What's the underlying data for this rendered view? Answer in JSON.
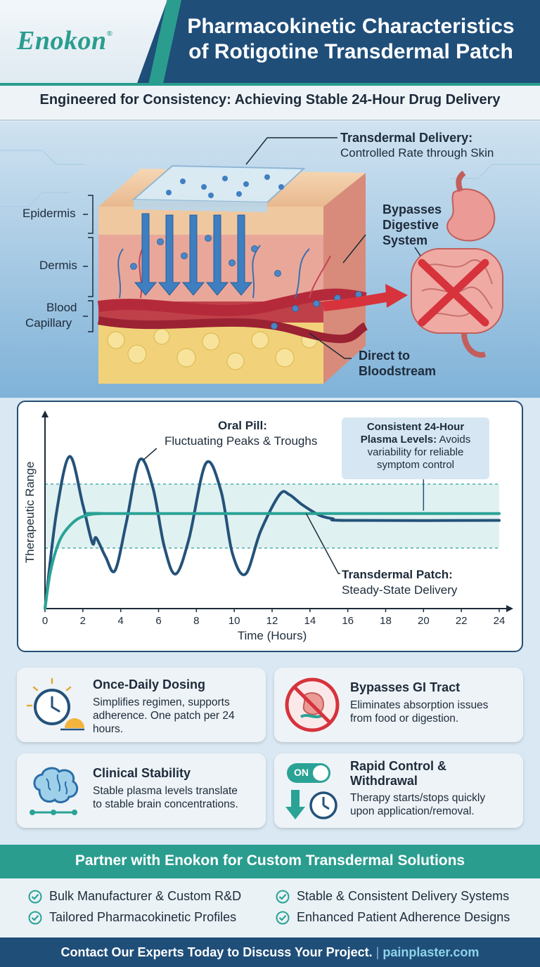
{
  "header": {
    "logo": "Enokon",
    "logo_mark": "®",
    "title_line1": "Pharmacokinetic Characteristics",
    "title_line2": "of Rotigotine Transdermal Patch",
    "subtitle": "Engineered for Consistency: Achieving Stable 24-Hour Drug Delivery"
  },
  "diagram": {
    "delivery_title": "Transdermal Delivery:",
    "delivery_desc": "Controlled Rate through Skin",
    "epidermis": "Epidermis",
    "dermis": "Dermis",
    "blood_line1": "Blood",
    "blood_line2": "Capillary",
    "bypass_line1": "Bypasses",
    "bypass_line2": "Digestive",
    "bypass_line3": "System",
    "direct_line1": "Direct to",
    "direct_line2": "Bloodstream"
  },
  "chart_data": {
    "type": "line",
    "xlabel": "Time (Hours)",
    "ylabel": "Therapeutic Range",
    "xlim": [
      0,
      24
    ],
    "xticks": [
      0,
      2,
      4,
      6,
      8,
      10,
      12,
      14,
      16,
      18,
      20,
      22,
      24
    ],
    "ylim": [
      0,
      100
    ],
    "therapeutic_range": [
      35,
      72
    ],
    "series": [
      {
        "name": "Oral Pill",
        "color": "#24527a",
        "x": [
          0,
          0.6,
          1.3,
          2.0,
          2.5,
          2.7,
          3.2,
          3.7,
          4.3,
          5.0,
          5.7,
          6.3,
          6.9,
          7.6,
          8.5,
          9.3,
          9.9,
          10.6,
          11.4,
          12.4,
          12.9,
          13.6,
          14.5,
          15.2,
          16.0,
          24.0
        ],
        "y": [
          0,
          55,
          88,
          60,
          38,
          41,
          30,
          22,
          50,
          86,
          70,
          36,
          20,
          40,
          84,
          68,
          32,
          20,
          45,
          66,
          66,
          60,
          54,
          52,
          51,
          51
        ]
      },
      {
        "name": "Transdermal Patch",
        "color": "#2aa396",
        "x": [
          0,
          0.3,
          0.8,
          1.5,
          2.2,
          3.0,
          4.0,
          24.0
        ],
        "y": [
          0,
          22,
          40,
          50,
          54,
          55,
          55,
          55
        ]
      }
    ],
    "annotations": {
      "oral_title": "Oral Pill:",
      "oral_desc": "Fluctuating Peaks & Troughs",
      "consistent_title": "Consistent 24-Hour",
      "consistent_title2": "Plasma Levels:",
      "consistent_desc1": "Avoids",
      "consistent_desc2": "variability for reliable",
      "consistent_desc3": "symptom control",
      "patch_title": "Transdermal Patch:",
      "patch_desc": "Steady-State Delivery"
    }
  },
  "features": [
    {
      "title": "Once-Daily Dosing",
      "body1": "Simplifies regimen, supports",
      "body2": "adherence. One patch per 24",
      "body3": "hours.",
      "icon": "clock-sunrise-icon"
    },
    {
      "title": "Bypasses GI Tract",
      "body1": "Eliminates absorption issues",
      "body2": "from food or digestion.",
      "icon": "no-stomach-icon"
    },
    {
      "title": "Clinical Stability",
      "body1": "Stable plasma levels translate",
      "body2": "to stable brain concentrations.",
      "icon": "brain-icon"
    },
    {
      "title_line1": "Rapid Control &",
      "title_line2": "Withdrawal",
      "body1": "Therapy starts/stops quickly",
      "body2": "upon application/removal.",
      "toggle_label": "ON",
      "icon": "toggle-clock-icon"
    }
  ],
  "partner": {
    "title": "Partner with Enokon for Custom Transdermal Solutions",
    "items": [
      "Bulk Manufacturer & Custom R&D",
      "Stable & Consistent Delivery Systems",
      "Tailored Pharmacokinetic Profiles",
      "Enhanced Patient Adherence Designs"
    ]
  },
  "footer": {
    "text": "Contact Our Experts Today to Discuss Your Project.",
    "separator": "|",
    "url": "painplaster.com"
  },
  "colors": {
    "navy": "#1f4e79",
    "teal": "#2a9d8f",
    "oral_line": "#24527a",
    "patch_line": "#2aa396"
  }
}
